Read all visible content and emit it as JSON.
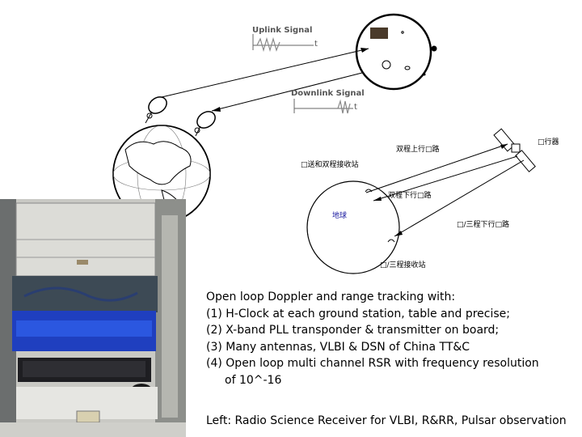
{
  "diagram": {
    "uplink_label": "Uplink Signal",
    "downlink_label": "Downlink Signal",
    "time_axis": "t",
    "planet_label": "□行器",
    "two_way_uplink": "双程上行□路",
    "ground_station_tx_rx": "□送和双程接收站",
    "two_way_downlink": "双程下行□路",
    "earth_label": "地球",
    "three_way_downlink": "□/三程下行□路",
    "three_way_station": "□/三程接收站"
  },
  "caption": {
    "intro": "Open loop Doppler and range tracking with:",
    "items": [
      "(1) H-Clock at each ground station, table and precise;",
      "(2) X-band PLL transponder & transmitter on board;",
      "(3) Many antennas, VLBI &   DSN of China TT&C",
      "(4) Open loop multi channel  RSR with frequency resolution"
    ],
    "item4_cont": "of 10^-16"
  },
  "footer": "Left:  Radio Science Receiver for VLBI, R&RR, Pulsar observation"
}
